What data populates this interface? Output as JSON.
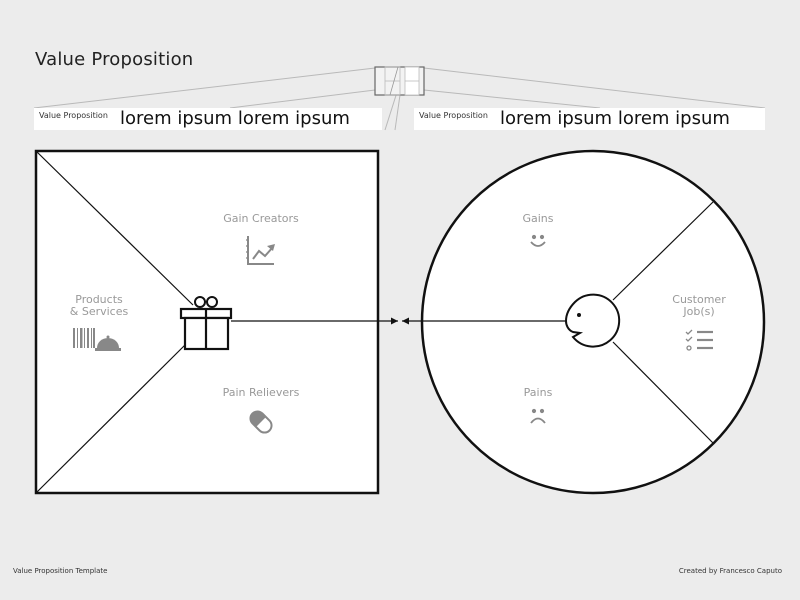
{
  "title": "Value Proposition",
  "header": {
    "left": {
      "label": "Value Proposition",
      "value": "lorem ipsum lorem ipsum"
    },
    "right": {
      "label": "Value Proposition",
      "value": "lorem ipsum lorem ipsum"
    }
  },
  "value_map": {
    "sections": [
      {
        "id": "gain-creators",
        "label": "Gain Creators",
        "icon": "chart-up-icon"
      },
      {
        "id": "products-services",
        "label": "Products\n& Services",
        "icon": "barcode-bell-icon"
      },
      {
        "id": "pain-relievers",
        "label": "Pain Relievers",
        "icon": "pill-icon"
      }
    ],
    "center_icon": "gift-icon"
  },
  "customer_profile": {
    "sections": [
      {
        "id": "gains",
        "label": "Gains",
        "icon": "smile-icon"
      },
      {
        "id": "customer-jobs",
        "label": "Customer\nJob(s)",
        "icon": "checklist-icon"
      },
      {
        "id": "pains",
        "label": "Pains",
        "icon": "frown-icon"
      }
    ],
    "center_icon": "face-profile-icon"
  },
  "colors": {
    "background": "#ececec",
    "canvas": "#ffffff",
    "stroke": "#111111",
    "muted": "#999999",
    "icon": "#888888"
  },
  "footer": {
    "left": "Value Proposition Template",
    "right": "Created by Francesco Caputo"
  }
}
